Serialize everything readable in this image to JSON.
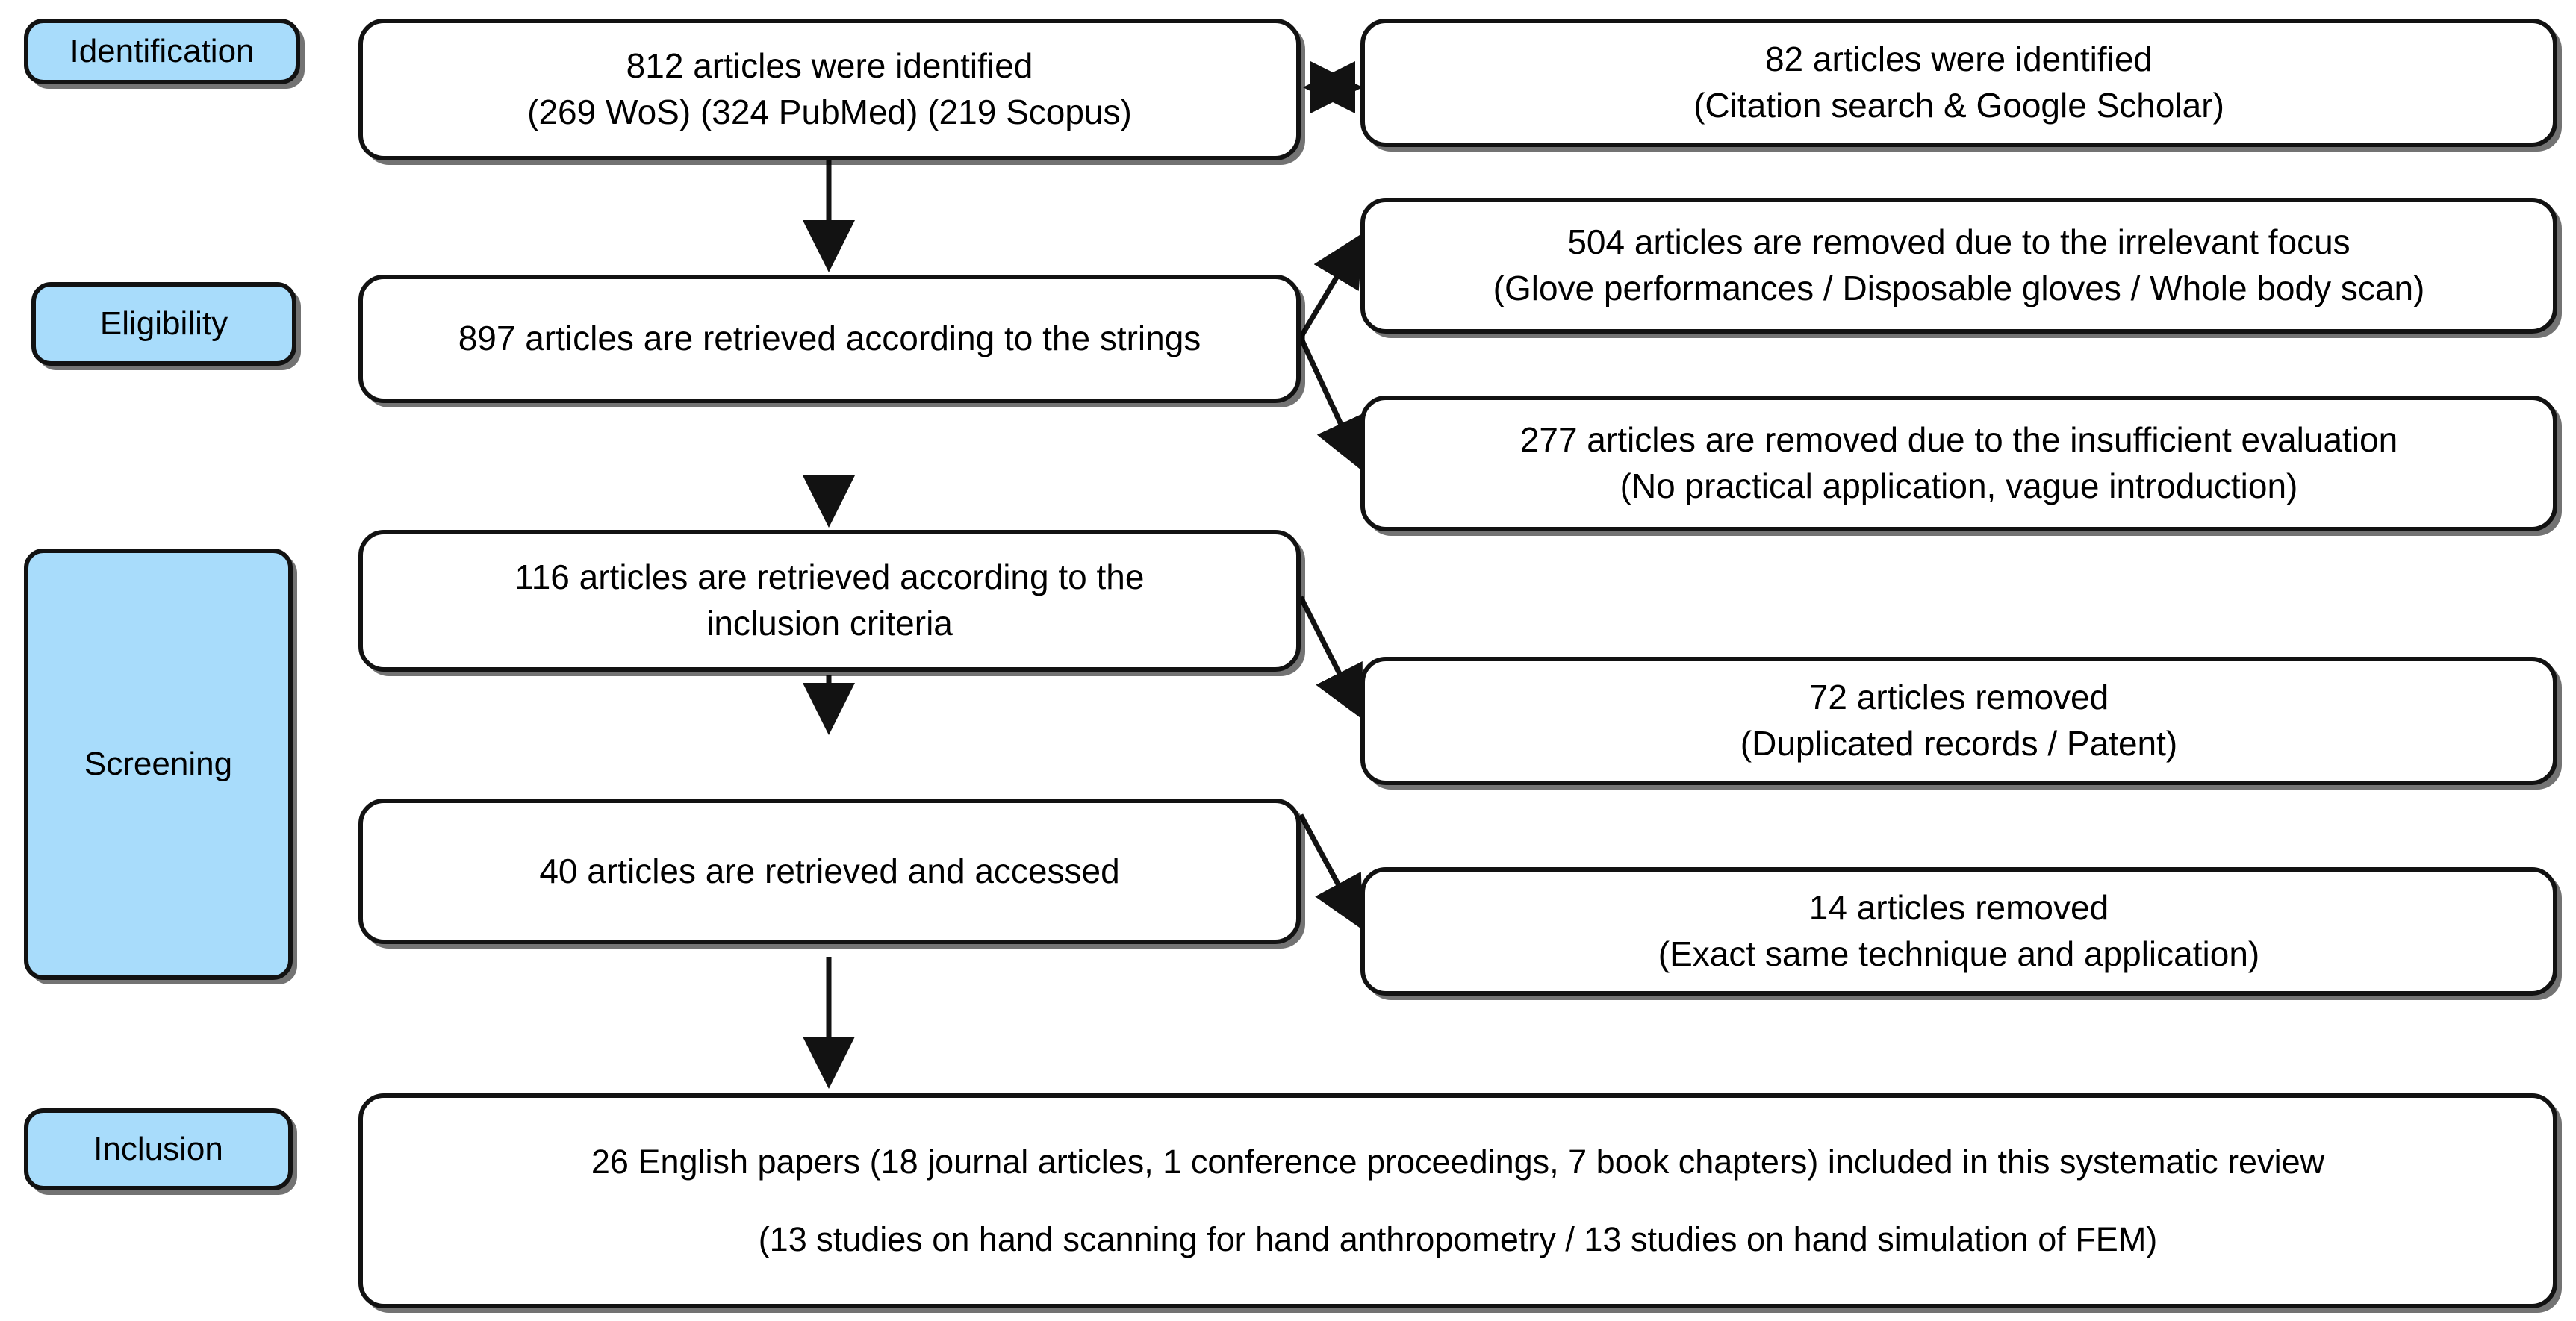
{
  "diagram": {
    "title": "PRISMA flow diagram",
    "accent_color": "#a8dcfb",
    "line_color": "#121212",
    "background": "#ffffff",
    "stage_labels": [
      {
        "id": "identification",
        "label": "Identification"
      },
      {
        "id": "eligibility",
        "label": "Eligibility"
      },
      {
        "id": "screening",
        "label": "Screening"
      },
      {
        "id": "inclusion",
        "label": "Inclusion"
      }
    ],
    "main_nodes": [
      {
        "id": "identified-databases",
        "line1": "812 articles were identified",
        "line2": "(269 WoS)  (324 PubMed)  (219 Scopus)",
        "text": "812 articles were identified\n(269 WoS)  (324 PubMed)  (219 Scopus)"
      },
      {
        "id": "retrieved-strings",
        "text": "897 articles are retrieved according to the strings"
      },
      {
        "id": "retrieved-inclusion-criteria",
        "text": "116 articles are retrieved according to the\ninclusion criteria"
      },
      {
        "id": "retrieved-accessed",
        "text": "40 articles are retrieved and accessed"
      },
      {
        "id": "included-final",
        "text": "26 English papers (18 journal articles, 1 conference proceedings, 7 book chapters) included in this systematic review\n\n(13 studies on hand scanning for hand anthropometry / 13 studies on hand simulation of FEM)"
      }
    ],
    "side_nodes": [
      {
        "id": "identified-other-sources",
        "text": "82 articles were identified\n(Citation search & Google Scholar)"
      },
      {
        "id": "removed-irrelevant-focus",
        "text": "504 articles are removed due to the irrelevant focus\n(Glove performances / Disposable gloves / Whole body scan)"
      },
      {
        "id": "removed-insufficient-evaluation",
        "text": "277 articles are removed due to the insufficient evaluation\n(No practical application, vague introduction)"
      },
      {
        "id": "removed-duplicates",
        "text": "72 articles removed\n(Duplicated records / Patent)"
      },
      {
        "id": "removed-same-technique",
        "text": "14 articles removed\n(Exact same technique and application)"
      }
    ],
    "connectors": [
      {
        "id": "identification-link",
        "type": "double-arrow",
        "from": "identified-databases",
        "to": "identified-other-sources"
      },
      {
        "id": "down-arrow-1",
        "type": "arrow-down",
        "from": "identified-databases",
        "to": "retrieved-strings"
      },
      {
        "id": "down-arrow-2",
        "type": "arrow-down",
        "from": "retrieved-strings",
        "to": "retrieved-inclusion-criteria"
      },
      {
        "id": "down-arrow-3",
        "type": "arrow-down",
        "from": "retrieved-inclusion-criteria",
        "to": "retrieved-accessed"
      },
      {
        "id": "down-arrow-4",
        "type": "arrow-down",
        "from": "retrieved-accessed",
        "to": "included-final"
      },
      {
        "id": "branch-arrow-1",
        "type": "arrow-up-right",
        "from": "retrieved-strings",
        "to": "removed-irrelevant-focus"
      },
      {
        "id": "branch-arrow-2",
        "type": "arrow-down-right",
        "from": "retrieved-strings",
        "to": "removed-insufficient-evaluation"
      },
      {
        "id": "branch-arrow-3",
        "type": "arrow-down-right",
        "from": "retrieved-inclusion-criteria",
        "to": "removed-duplicates"
      },
      {
        "id": "branch-arrow-4",
        "type": "arrow-down-right",
        "from": "retrieved-accessed",
        "to": "removed-same-technique"
      }
    ]
  }
}
